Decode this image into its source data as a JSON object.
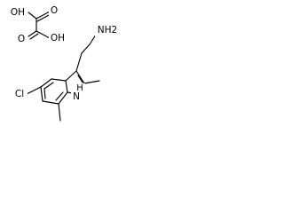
{
  "structure": {
    "oxalic_acid": {
      "oh_top": "OH",
      "o_top": "O",
      "o_bottom": "O",
      "oh_bottom": "OH"
    },
    "amine": {
      "nh2": "NH2"
    },
    "indole": {
      "cl": "Cl",
      "h": "H",
      "n": "N"
    }
  },
  "colors": {
    "line": "#000000",
    "background": "#ffffff"
  }
}
